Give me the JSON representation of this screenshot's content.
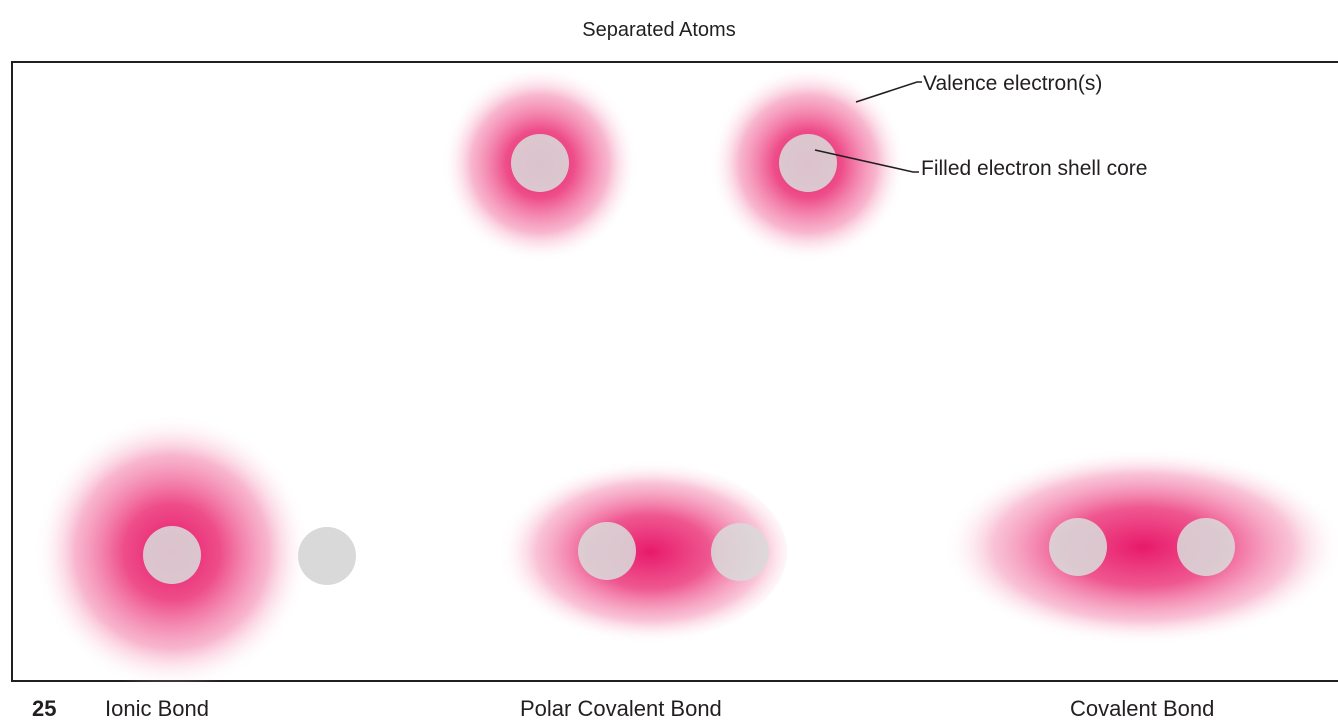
{
  "title": "Separated Atoms",
  "labels": {
    "valence": "Valence electron(s)",
    "core": "Filled electron shell core"
  },
  "page_number": "25",
  "captions": {
    "ionic": "Ionic Bond",
    "polar": "Polar Covalent Bond",
    "covalent": "Covalent Bond"
  },
  "colors": {
    "electron_cloud": "#e8196a",
    "core": "#d9d9d9",
    "frame": "#231f20"
  }
}
